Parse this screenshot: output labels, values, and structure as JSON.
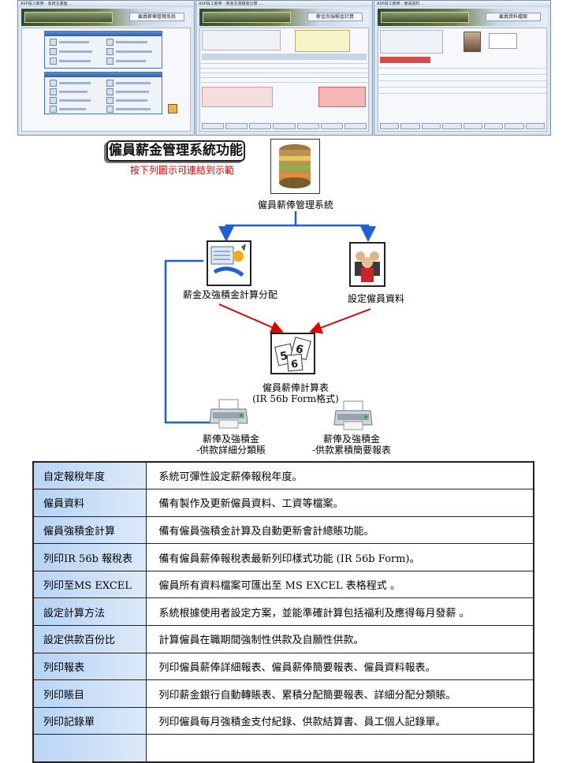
{
  "screenshots": [
    {
      "window_title": "ASP員工薪俸 - 系統主畫面 ...",
      "banner_title": "雇員薪俸管理系統"
    },
    {
      "window_title": "ASP員工薪俸 - 薪金及強積金計算 ...",
      "banner_title": "薪金及強積金計算"
    },
    {
      "window_title": "ASP員工薪俸 - 雇員資料 ...",
      "banner_title": "雇員資料檔案"
    }
  ],
  "diagram": {
    "title": "僱員薪金管理系統功能",
    "subtitle": "按下列圖示可連結到示範",
    "nodes": {
      "system": "僱員薪俸管理系統",
      "payroll_calc": "薪金及強積金計算分配",
      "employee_setup": "設定僱員資料",
      "ir56b_line1": "僱員薪俸計算表",
      "ir56b_line2": "(IR 56b Form格式)",
      "detail_report_line1": "薪俸及強積金",
      "detail_report_line2": "-供款詳細分類賬",
      "summary_report_line1": "薪俸及強積金",
      "summary_report_line2": "-供款累積簡要報表"
    },
    "colors": {
      "blue_arrow": "#1f5fd6",
      "red_arrow": "#e00000",
      "subtitle": "#e00000"
    },
    "icons": {
      "system": "coin-stack-icon",
      "payroll_calc": "calculation-workflow-icon",
      "employee_setup": "people-group-icon",
      "ir56b": "numbered-cards-icon",
      "printer_left": "printer-icon",
      "printer_right": "printer-icon"
    }
  },
  "features": [
    {
      "key": "自定報稅年度",
      "desc": "系統可彈性設定薪俸報稅年度。"
    },
    {
      "key": "僱員資料",
      "desc": "備有製作及更新僱員資料、工資等檔案。"
    },
    {
      "key": "僱員強積金計算",
      "desc": "備有僱員強積金計算及自動更新會計總賬功能。"
    },
    {
      "key": "列印IR 56b 報稅表",
      "desc": "備有僱員薪俸報稅表最新列印樣式功能 (IR 56b Form)。"
    },
    {
      "key": "列印至MS EXCEL",
      "desc": "僱員所有資料檔案可匯出至 MS EXCEL 表格程式 。"
    },
    {
      "key": "設定計算方法",
      "desc": "系統根據使用者設定方案，並能準確計算包括福利及應得每月發薪 。"
    },
    {
      "key": "設定供款百份比",
      "desc": "計算僱員在職期間強制性供款及自願性供款。"
    },
    {
      "key": "列印報表",
      "desc": "列印僱員薪俸詳細報表、僱員薪俸簡要報表、僱員資料報表。"
    },
    {
      "key": "列印賬目",
      "desc": "列印薪金銀行自動轉賬表、累積分配簡要報表、詳細分配分類賬。"
    },
    {
      "key": "列印記錄單",
      "desc": "列印僱員每月強積金支付紀錄、供款結算書、員工個人記錄單。"
    },
    {
      "key": "",
      "desc": ""
    }
  ]
}
